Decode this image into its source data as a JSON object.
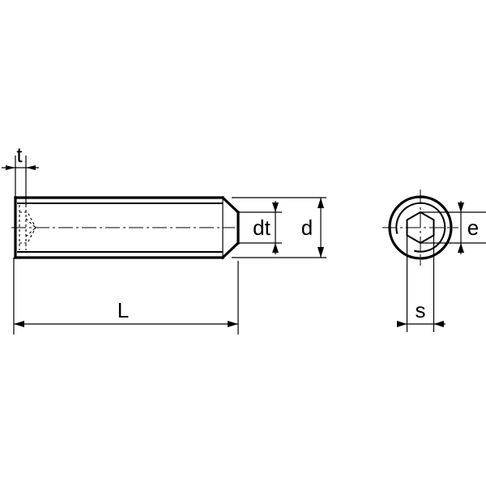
{
  "drawing": {
    "labels": {
      "t": "t",
      "L": "L",
      "dt": "dt",
      "d": "d",
      "e": "e",
      "s": "s"
    }
  }
}
